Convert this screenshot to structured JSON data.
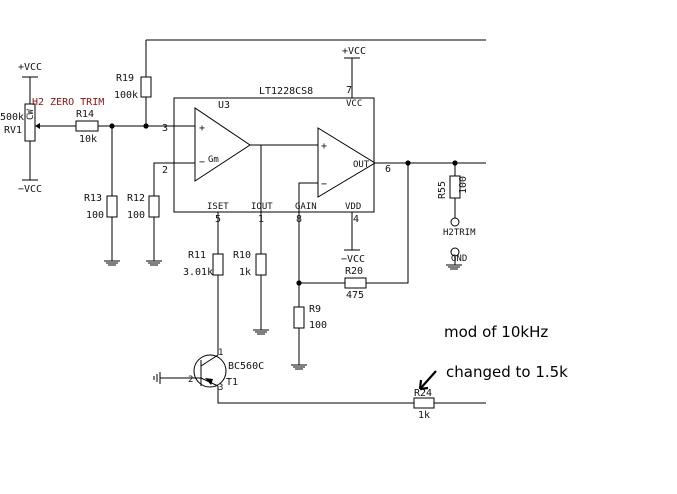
{
  "rails": {
    "vcc_top_left": "+VCC",
    "vcc_bottom_left": "−VCC",
    "vcc_top_amp": "+VCC",
    "vcc_bottom_amp": "−VCC"
  },
  "pot": {
    "ref": "RV1",
    "value": "500k",
    "cw_mark": "CW",
    "title": "H2 ZERO TRIM"
  },
  "resistors": {
    "r14": {
      "ref": "R14",
      "value": "10k"
    },
    "r19": {
      "ref": "R19",
      "value": "100k"
    },
    "r13": {
      "ref": "R13",
      "value": "100"
    },
    "r12": {
      "ref": "R12",
      "value": "100"
    },
    "r11": {
      "ref": "R11",
      "value": "3.01k"
    },
    "r10": {
      "ref": "R10",
      "value": "1k"
    },
    "r9": {
      "ref": "R9",
      "value": "100"
    },
    "r20": {
      "ref": "R20",
      "value": "475"
    },
    "r55": {
      "ref": "R55",
      "value": "100"
    },
    "r24": {
      "ref": "R24",
      "value": "1k"
    }
  },
  "ic": {
    "ref": "U3",
    "part": "LT1228CS8",
    "pins": {
      "p3": "3",
      "p2": "2",
      "p5": "5",
      "p1": "1",
      "p8": "8",
      "p4": "4",
      "p7": "7",
      "p6": "6"
    },
    "pin_names": {
      "iset": "ISET",
      "iout": "IOUT",
      "gain": "GAIN",
      "vdd": "VDD",
      "vcc": "VCC",
      "out": "OUT",
      "gm": "Gm"
    },
    "signs": {
      "plus": "+",
      "minus": "−"
    }
  },
  "transistor": {
    "ref": "T1",
    "part": "BC560C",
    "pin1": "1",
    "pin2": "2",
    "pin3": "3"
  },
  "test_points": {
    "h2trim": "H2TRIM",
    "gnd": "GND"
  },
  "annotations": {
    "note1": "mod of 10kHz",
    "note2": "changed to 1.5k"
  }
}
